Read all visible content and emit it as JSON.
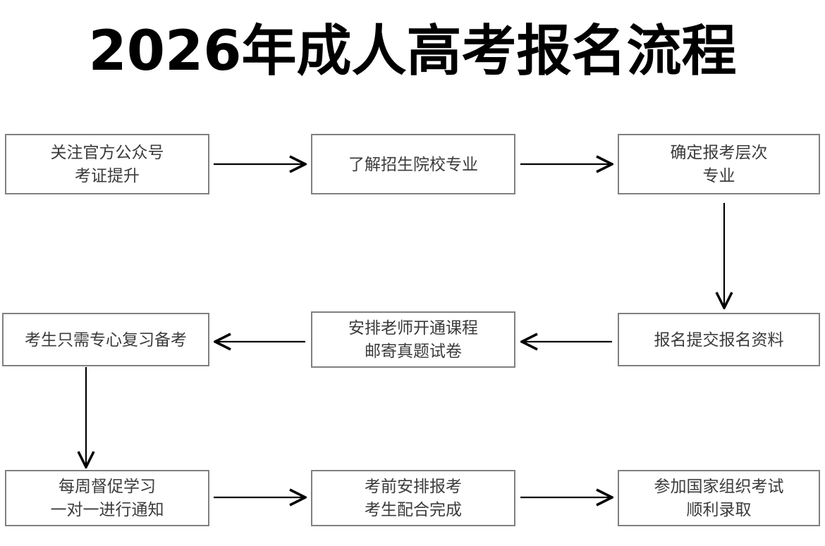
{
  "title": "2026年成人高考报名流程",
  "theme": {
    "background": "#ffffff",
    "box_border": "#808080",
    "box_fill": "#ffffff",
    "box_text": "#3b3b3b",
    "title_text": "#000000",
    "connector": "#000000"
  },
  "chart_data": {
    "type": "diagram",
    "title": "2026年成人高考报名流程",
    "layout": "3x3 boustrophedon flowchart",
    "nodes": [
      {
        "id": "n1",
        "row": 1,
        "col": 1,
        "lines": [
          "关注官方公众号",
          "考证提升"
        ]
      },
      {
        "id": "n2",
        "row": 1,
        "col": 2,
        "lines": [
          "了解招生院校专业"
        ]
      },
      {
        "id": "n3",
        "row": 1,
        "col": 3,
        "lines": [
          "确定报考层次",
          "专业"
        ]
      },
      {
        "id": "n4",
        "row": 2,
        "col": 1,
        "lines": [
          "考生只需专心复习备考"
        ]
      },
      {
        "id": "n5",
        "row": 2,
        "col": 2,
        "lines": [
          "安排老师开通课程",
          "邮寄真题试卷"
        ]
      },
      {
        "id": "n6",
        "row": 2,
        "col": 3,
        "lines": [
          "报名提交报名资料"
        ]
      },
      {
        "id": "n7",
        "row": 3,
        "col": 1,
        "lines": [
          "每周督促学习",
          "一对一进行通知"
        ]
      },
      {
        "id": "n8",
        "row": 3,
        "col": 2,
        "lines": [
          "考前安排报考",
          "考生配合完成"
        ]
      },
      {
        "id": "n9",
        "row": 3,
        "col": 3,
        "lines": [
          "参加国家组织考试",
          "顺利录取"
        ]
      }
    ],
    "edges": [
      {
        "from": "n1",
        "to": "n2",
        "direction": "right"
      },
      {
        "from": "n2",
        "to": "n3",
        "direction": "right"
      },
      {
        "from": "n3",
        "to": "n6",
        "direction": "down"
      },
      {
        "from": "n6",
        "to": "n5",
        "direction": "left"
      },
      {
        "from": "n5",
        "to": "n4",
        "direction": "left"
      },
      {
        "from": "n4",
        "to": "n7",
        "direction": "down"
      },
      {
        "from": "n7",
        "to": "n8",
        "direction": "right"
      },
      {
        "from": "n8",
        "to": "n9",
        "direction": "right"
      }
    ]
  },
  "nodes": {
    "n1": {
      "line1": "关注官方公众号",
      "line2": "考证提升"
    },
    "n2": {
      "line1": "了解招生院校专业"
    },
    "n3": {
      "line1": "确定报考层次",
      "line2": "专业"
    },
    "n4": {
      "line1": "考生只需专心复习备考"
    },
    "n5": {
      "line1": "安排老师开通课程",
      "line2": "邮寄真题试卷"
    },
    "n6": {
      "line1": "报名提交报名资料"
    },
    "n7": {
      "line1": "每周督促学习",
      "line2": "一对一进行通知"
    },
    "n8": {
      "line1": "考前安排报考",
      "line2": "考生配合完成"
    },
    "n9": {
      "line1": "参加国家组织考试",
      "line2": "顺利录取"
    }
  }
}
